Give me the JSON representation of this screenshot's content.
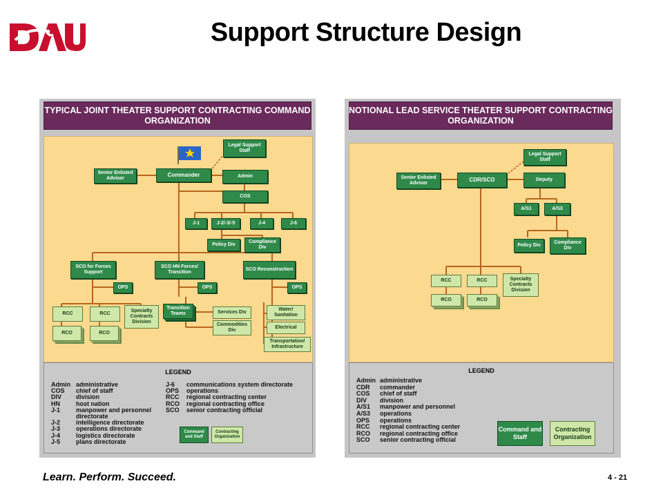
{
  "header": {
    "title": "Support Structure Design",
    "logo_text": "DAU"
  },
  "footer": {
    "tagline": "Learn. Perform. Succeed.",
    "page": "4 - 21"
  },
  "left": {
    "title": "TYPICAL JOINT THEATER SUPPORT CONTRACTING COMMAND ORGANIZATION",
    "nodes": {
      "legal": "Legal Support Staff",
      "senior": "Senior Enlisted Advisor",
      "commander": "Commander",
      "admin": "Admin",
      "cos": "COS",
      "j1": "J-1",
      "j235": "J-2/-3/-5",
      "j4": "J-4",
      "j6": "J-6",
      "policy": "Policy Div",
      "compliance": "Compliance Div",
      "sco_forces": "SCO for Forces Support",
      "sco_hn": "SCO HN Forces/ Transition",
      "sco_recon": "SCO Reconstruction",
      "ops1": "OPS",
      "ops2": "OPS",
      "ops3": "OPS",
      "rcc1": "RCC",
      "rcc2": "RCC",
      "rco1": "RCO",
      "rco2": "RCO",
      "specialty": "Specialty Contracts Division",
      "transition": "Transition Teams",
      "services": "Services Div",
      "commodities": "Commodities Div",
      "water": "Water/ Sanitation",
      "electrical": "Electrical",
      "transport": "Transportation/ Infrastructure"
    },
    "legend": {
      "title": "LEGEND",
      "col1": [
        {
          "ab": "Admin",
          "def": "administrative"
        },
        {
          "ab": "COS",
          "def": "chief of staff"
        },
        {
          "ab": "DIV",
          "def": "division"
        },
        {
          "ab": "HN",
          "def": "host nation"
        },
        {
          "ab": "J-1",
          "def": "manpower and personnel"
        },
        {
          "ab": "",
          "def": "directorate"
        },
        {
          "ab": "J-2",
          "def": "intelligence directorate"
        },
        {
          "ab": "J-3",
          "def": "operations directorate"
        },
        {
          "ab": "J-4",
          "def": "logistics directorate"
        },
        {
          "ab": "J-5",
          "def": "plans directorate"
        }
      ],
      "col2": [
        {
          "ab": "J-6",
          "def": "communications system directorate"
        },
        {
          "ab": "OPS",
          "def": "operations"
        },
        {
          "ab": "RCC",
          "def": "regional contracting center"
        },
        {
          "ab": "RCO",
          "def": "regional contracting office"
        },
        {
          "ab": "SCO",
          "def": "senior contracting official"
        }
      ],
      "key_command": "Command and Staff",
      "key_contracting": "Contracting Organization"
    }
  },
  "right": {
    "title": "NOTIONAL LEAD SERVICE THEATER SUPPORT CONTRACTING ORGANIZATION",
    "nodes": {
      "legal": "Legal Support Staff",
      "senior": "Senior Enlisted Advisor",
      "cdr": "CDR/SCO",
      "deputy": "Deputy",
      "as1": "A/S1",
      "as3": "A/S3",
      "policy": "Policy Div",
      "compliance": "Compliance Div",
      "rcc1": "RCC",
      "rcc2": "RCC",
      "rco1": "RCO",
      "rco2": "RCO",
      "specialty": "Specialty Contracts Division"
    },
    "legend": {
      "title": "LEGEND",
      "rows": [
        {
          "ab": "Admin",
          "def": "administrative"
        },
        {
          "ab": "CDR",
          "def": "commander"
        },
        {
          "ab": "COS",
          "def": "chief of staff"
        },
        {
          "ab": "DIV",
          "def": "division"
        },
        {
          "ab": "A/S1",
          "def": "manpower and personnel"
        },
        {
          "ab": "A/S3",
          "def": "operations"
        },
        {
          "ab": "OPS",
          "def": "operations"
        },
        {
          "ab": "RCC",
          "def": "regional contracting center"
        },
        {
          "ab": "RCO",
          "def": "regional contracting office"
        },
        {
          "ab": "SCO",
          "def": "senior contracting official"
        }
      ],
      "key_command": "Command and Staff",
      "key_contracting": "Contracting Organization"
    }
  },
  "colors": {
    "brand_red": "#c8102e",
    "header_purple": "#6a2a5c",
    "node_green": "#2f8a4a",
    "light_green": "#cfe7a8",
    "org_bg": "#fbd98f"
  }
}
